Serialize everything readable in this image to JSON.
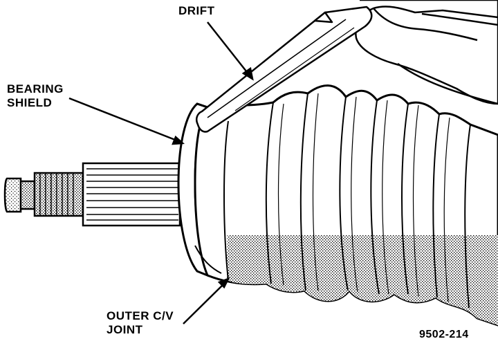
{
  "labels": {
    "drift": "DRIFT",
    "bearing_shield": [
      "BEARING",
      "SHIELD"
    ],
    "outer_cv_joint": [
      "OUTER C/V",
      "JOINT"
    ],
    "figure_number": "9502-214"
  }
}
